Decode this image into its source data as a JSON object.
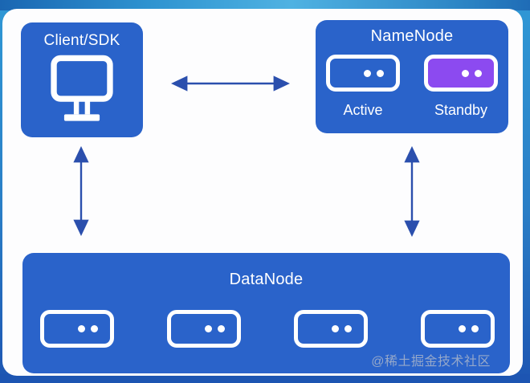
{
  "diagram": {
    "client": {
      "title": "Client/SDK"
    },
    "namenode": {
      "title": "NameNode",
      "active_label": "Active",
      "standby_label": "Standby"
    },
    "datanode": {
      "title": "DataNode",
      "server_count": 4
    },
    "watermark": "@稀土掘金技术社区"
  },
  "colors": {
    "node_blue": "#2a63ca",
    "standby_purple": "#8c4af0",
    "arrow_blue": "#2b4fad",
    "topbar_blue": "#4fb2e2",
    "bottombar_blue": "#1d55b2"
  }
}
